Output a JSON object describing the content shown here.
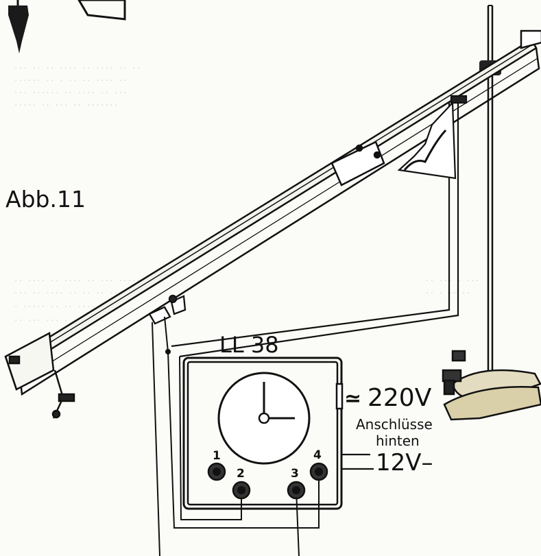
{
  "figure_label": "Abb.11",
  "device": {
    "model": "LL 38",
    "sockets": [
      "1",
      "2",
      "3",
      "4"
    ]
  },
  "connections": {
    "ac_symbol": "≃",
    "ac_voltage": "220V",
    "rear_label_line1": "Anschlüsse",
    "rear_label_line2": "hinten",
    "dc_label": "12V–"
  },
  "colors": {
    "ink": "#111111",
    "paper": "#fbfbf8",
    "wood": "#d9cfa8",
    "faint_text": "#d6d6d0"
  }
}
